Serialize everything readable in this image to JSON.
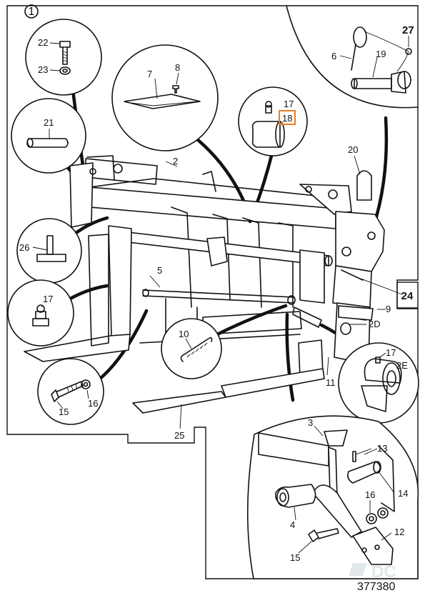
{
  "figure": {
    "number": "1",
    "drawing_id": "377380",
    "watermark": "DC"
  },
  "callouts": {
    "c22": "22",
    "c23": "23",
    "c21": "21",
    "c7": "7",
    "c8": "8",
    "c17a": "17",
    "c18": "18",
    "c6": "6",
    "c19": "19",
    "c27": "27",
    "c2": "2",
    "c20": "20",
    "c26": "26",
    "c5": "5",
    "c17b": "17",
    "c24": "24",
    "c9": "9",
    "c2D": "2D",
    "c10": "10",
    "c17c": "17",
    "c2E": "2E",
    "c11": "11",
    "c15a": "15",
    "c16a": "16",
    "c25": "25",
    "c3": "3",
    "c13": "13",
    "c14": "14",
    "c16b": "16",
    "c4": "4",
    "c12": "12",
    "c15b": "15"
  },
  "highlighted_callout": "18",
  "colors": {
    "highlight": "#f07c22",
    "ink": "#111111",
    "watermark": "#c8d6dc"
  }
}
